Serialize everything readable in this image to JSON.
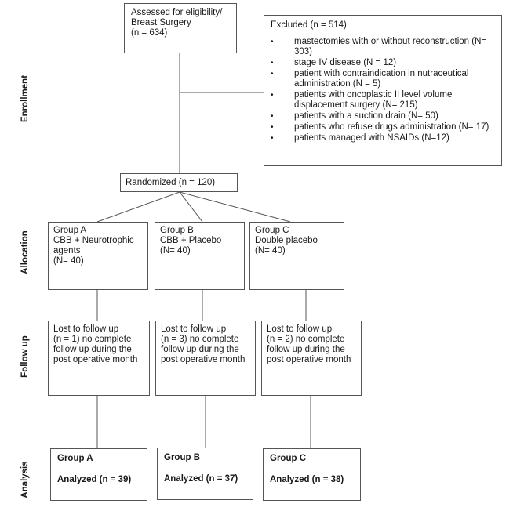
{
  "stages": [
    "Enrollment",
    "Allocation",
    "Follow up",
    "Analysis"
  ],
  "assessed": "Assessed for eligibility/\nBreast Surgery\n (n = 634)",
  "excluded": {
    "title": "Excluded (n = 514)",
    "items": [
      "mastectomies with or without reconstruction (N= 303)",
      "stage IV disease (N = 12)",
      "patient with contraindication in nutraceutical administration (N = 5)",
      "patients with oncoplastic II level volume displacement surgery (N= 215)",
      "patients with a suction drain (N= 50)",
      "patients who refuse drugs administration (N= 17)",
      "patients managed with NSAIDs (N=12)"
    ]
  },
  "randomized": "Randomized (n = 120)",
  "groups": [
    {
      "allocation": "Group A\nCBB + Neurotrophic agents\n(N= 40)",
      "followup": "Lost to follow up\n(n = 1) no complete follow up during the post operative month",
      "analysis_name": "Group A",
      "analysis_count": "Analyzed (n = 39)"
    },
    {
      "allocation": "Group B\nCBB + Placebo\n(N= 40)",
      "followup": "Lost to follow up\n(n = 3) no complete follow up during the post operative month",
      "analysis_name": "Group B",
      "analysis_count": "Analyzed (n = 37)"
    },
    {
      "allocation": "Group C\nDouble placebo\n(N= 40)",
      "followup": "Lost to follow up\n(n = 2) no complete follow up during the post operative month",
      "analysis_name": "Group C",
      "analysis_count": "Analyzed (n = 38)"
    }
  ]
}
